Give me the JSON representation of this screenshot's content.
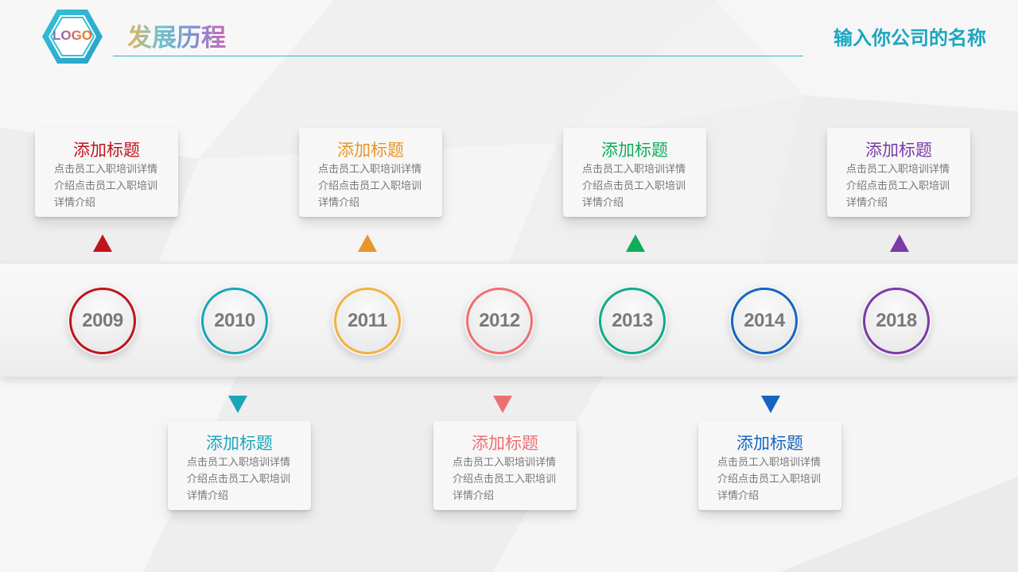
{
  "header": {
    "logo_text": "LOGO",
    "title": "发展历程",
    "company_name": "输入你公司的名称"
  },
  "colors": {
    "red": "#c0141c",
    "teal": "#1aa6b8",
    "orange": "#e8952a",
    "pink": "#ee6f72",
    "green": "#0fac5a",
    "blue": "#1565c0",
    "purple": "#7a3aa8",
    "header_line": "#2fb5c8",
    "company": "#1aa6c0"
  },
  "timeline": {
    "years": [
      "2009",
      "2010",
      "2011",
      "2012",
      "2013",
      "2014",
      "2018"
    ]
  },
  "cards": [
    {
      "title": "添加标题",
      "body": "点击员工入职培训详情介绍点击员工入职培训详情介绍"
    },
    {
      "title": "添加标题",
      "body": "点击员工入职培训详情介绍点击员工入职培训详情介绍"
    },
    {
      "title": "添加标题",
      "body": "点击员工入职培训详情介绍点击员工入职培训详情介绍"
    },
    {
      "title": "添加标题",
      "body": "点击员工入职培训详情介绍点击员工入职培训详情介绍"
    },
    {
      "title": "添加标题",
      "body": "点击员工入职培训详情介绍点击员工入职培训详情介绍"
    },
    {
      "title": "添加标题",
      "body": "点击员工入职培训详情介绍点击员工入职培训详情介绍"
    },
    {
      "title": "添加标题",
      "body": "点击员工入职培训详情介绍点击员工入职培训详情介绍"
    }
  ]
}
